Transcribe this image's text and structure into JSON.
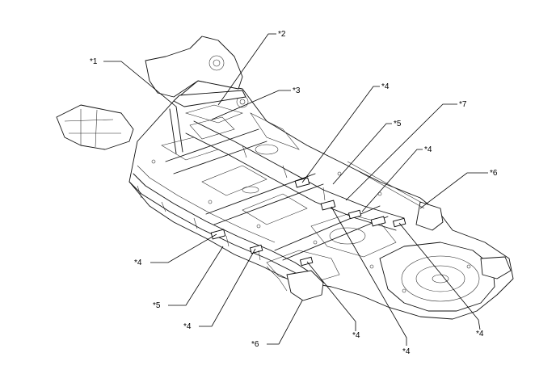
{
  "callouts": [
    {
      "id": "c1",
      "label": "*1"
    },
    {
      "id": "c2",
      "label": "*2"
    },
    {
      "id": "c3",
      "label": "*3"
    },
    {
      "id": "c4a",
      "label": "*4"
    },
    {
      "id": "c5a",
      "label": "*5"
    },
    {
      "id": "c7",
      "label": "*7"
    },
    {
      "id": "c4b",
      "label": "*4"
    },
    {
      "id": "c6a",
      "label": "*6"
    },
    {
      "id": "c4c",
      "label": "*4"
    },
    {
      "id": "c5b",
      "label": "*5"
    },
    {
      "id": "c4d",
      "label": "*4"
    },
    {
      "id": "c6b",
      "label": "*6"
    },
    {
      "id": "c4e",
      "label": "*4"
    },
    {
      "id": "c4f",
      "label": "*4"
    },
    {
      "id": "c4g",
      "label": "*4"
    }
  ]
}
